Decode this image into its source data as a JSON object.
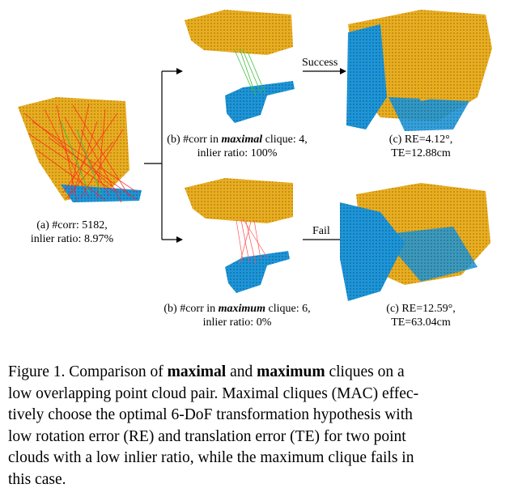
{
  "panels": {
    "a": {
      "line1": "(a) #corr: 5182,",
      "line2": "inlier ratio: 8.97%"
    },
    "b_top": {
      "prefix": "(b) #corr in ",
      "emph": "maximal",
      "suffix": " clique: 4,",
      "line2": "inlier ratio: 100%"
    },
    "b_bottom": {
      "prefix": "(b) #corr in ",
      "emph": "maximum",
      "suffix": " clique: 6,",
      "line2": "inlier ratio: 0%"
    },
    "c_top": {
      "line1": "(c) RE=4.12°,",
      "line2": "TE=12.88cm"
    },
    "c_bottom": {
      "line1": "(c) RE=12.59°,",
      "line2": "TE=63.04cm"
    }
  },
  "arrows": {
    "success": "Success",
    "fail": "Fail"
  },
  "colors": {
    "source_cloud": "#e6ac1e",
    "target_cloud": "#1a8fd0",
    "outlier": "#ff1a1a",
    "inlier": "#3fbf3f"
  },
  "caption": {
    "l1a": "Figure 1.  Comparison of ",
    "l1b": "maximal",
    "l1c": " and ",
    "l1d": "maximum",
    "l1e": "  cliques on a",
    "l2": "low overlapping point cloud pair. Maximal cliques (MAC) effec-",
    "l3": "tively choose the optimal 6-DoF transformation hypothesis with",
    "l4": "low rotation error (RE) and translation error (TE) for two point",
    "l5": "clouds with a low inlier ratio, while the maximum clique fails in",
    "l6": "this case."
  }
}
